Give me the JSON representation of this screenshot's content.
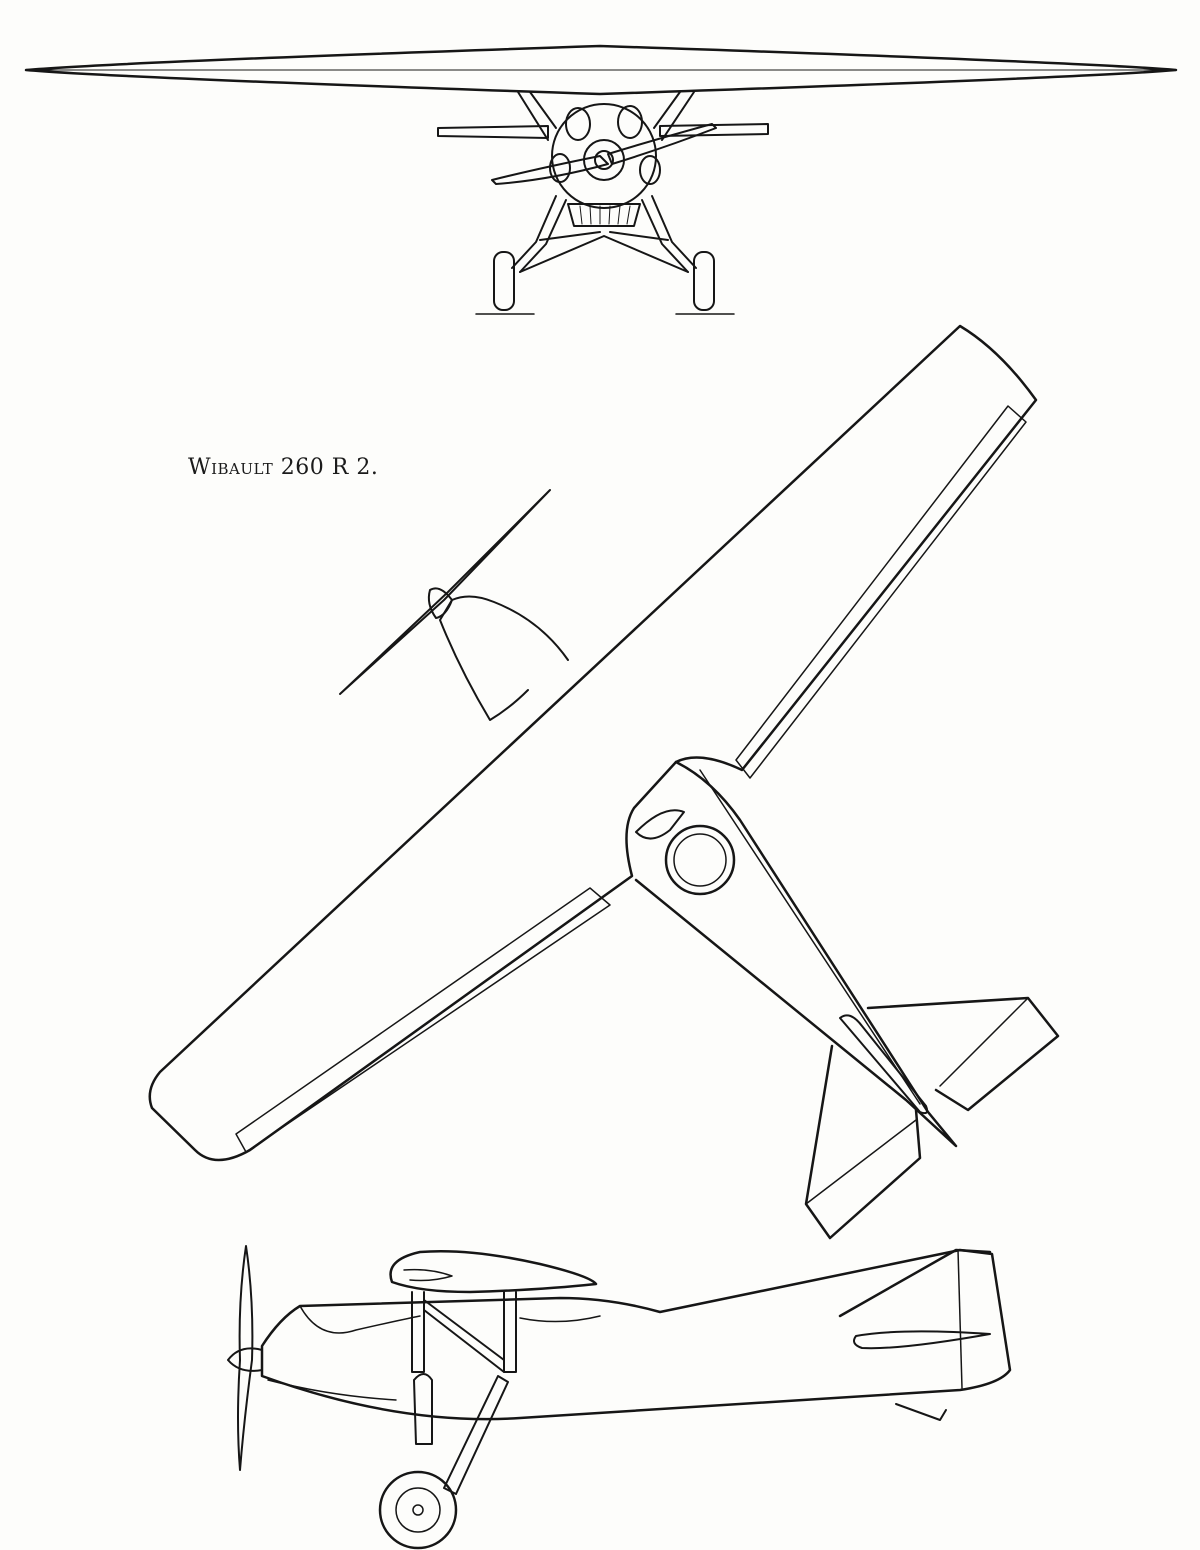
{
  "caption": {
    "name": "Wibault",
    "designation": "260 R 2."
  },
  "colors": {
    "ink": "#161616",
    "paper": "#fdfdfb"
  },
  "views": [
    "front-view",
    "plan-view",
    "side-view"
  ]
}
